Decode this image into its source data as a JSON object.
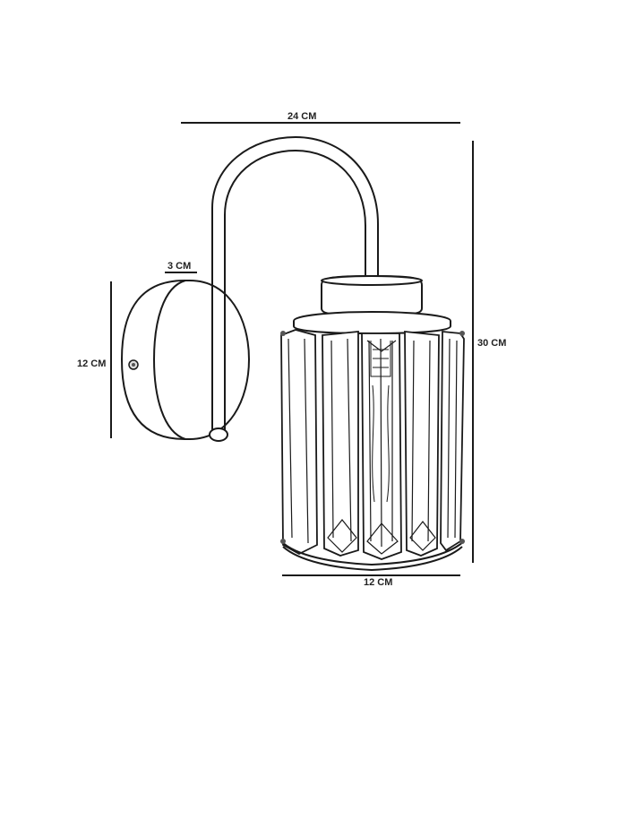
{
  "dimensions": {
    "overall_width": "24 CM",
    "base_depth": "3 CM",
    "base_height": "12 CM",
    "overall_height": "30 CM",
    "shade_width": "12 CM"
  },
  "colors": {
    "line": "#1a1a1a",
    "fill": "#ffffff"
  }
}
